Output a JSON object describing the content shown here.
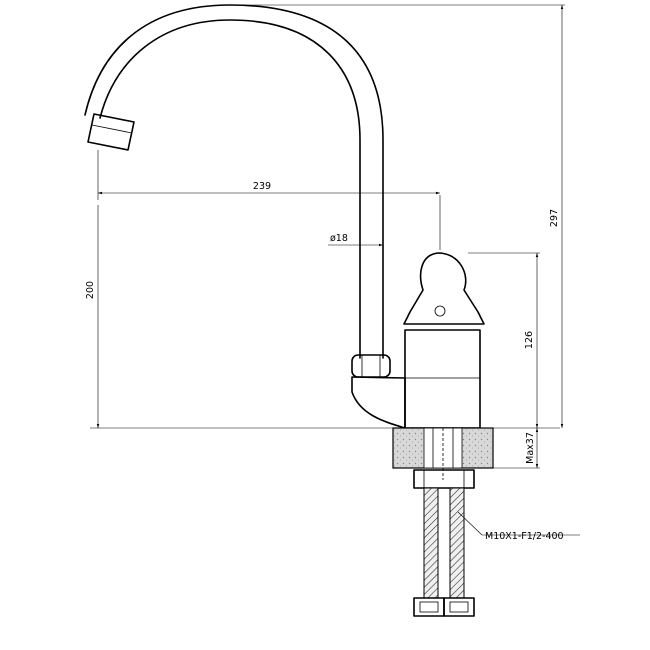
{
  "dimensions": {
    "reach": "239",
    "total_height": "297",
    "spout_height": "200",
    "body_height": "126",
    "tube_diameter": "ø18",
    "max_counter_thickness": "Max37",
    "hose_thread": "M10X1-F1/2-400"
  }
}
